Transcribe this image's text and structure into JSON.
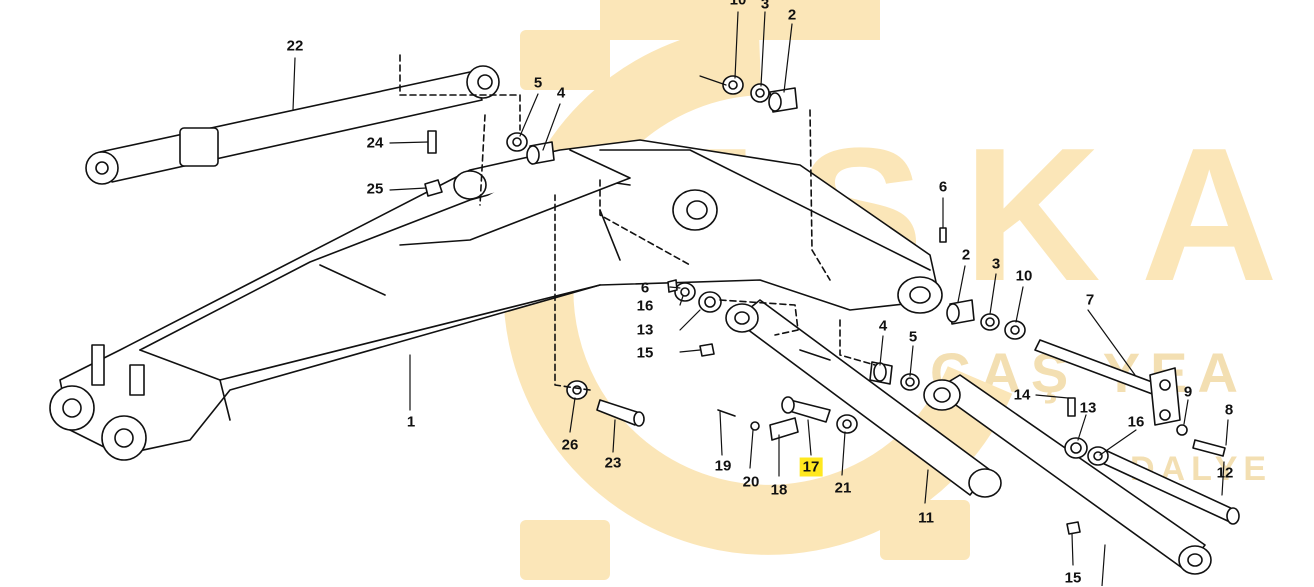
{
  "watermark": {
    "brand": "ESKA",
    "line1": "ÇAŞ YEA",
    "line2": "DALYE"
  },
  "highlight_color": "#ffe81f",
  "part_labels": [
    {
      "id": "22",
      "text": "22"
    },
    {
      "id": "24",
      "text": "24"
    },
    {
      "id": "25",
      "text": "25"
    },
    {
      "id": "5a",
      "text": "5"
    },
    {
      "id": "4a",
      "text": "4"
    },
    {
      "id": "10a",
      "text": "10"
    },
    {
      "id": "3a",
      "text": "3"
    },
    {
      "id": "2a",
      "text": "2"
    },
    {
      "id": "6a",
      "text": "6"
    },
    {
      "id": "2b",
      "text": "2"
    },
    {
      "id": "3b",
      "text": "3"
    },
    {
      "id": "10b",
      "text": "10"
    },
    {
      "id": "7",
      "text": "7"
    },
    {
      "id": "6b",
      "text": "6"
    },
    {
      "id": "16a",
      "text": "16"
    },
    {
      "id": "13a",
      "text": "13"
    },
    {
      "id": "15a",
      "text": "15"
    },
    {
      "id": "4b",
      "text": "4"
    },
    {
      "id": "5b",
      "text": "5"
    },
    {
      "id": "1",
      "text": "1"
    },
    {
      "id": "14",
      "text": "14"
    },
    {
      "id": "13b",
      "text": "13"
    },
    {
      "id": "9",
      "text": "9"
    },
    {
      "id": "8",
      "text": "8"
    },
    {
      "id": "16b",
      "text": "16"
    },
    {
      "id": "12",
      "text": "12"
    },
    {
      "id": "26",
      "text": "26"
    },
    {
      "id": "23",
      "text": "23"
    },
    {
      "id": "19",
      "text": "19"
    },
    {
      "id": "20",
      "text": "20"
    },
    {
      "id": "18",
      "text": "18"
    },
    {
      "id": "17",
      "text": "17",
      "highlight": true
    },
    {
      "id": "21",
      "text": "21"
    },
    {
      "id": "11",
      "text": "11"
    },
    {
      "id": "15b",
      "text": "15"
    }
  ]
}
